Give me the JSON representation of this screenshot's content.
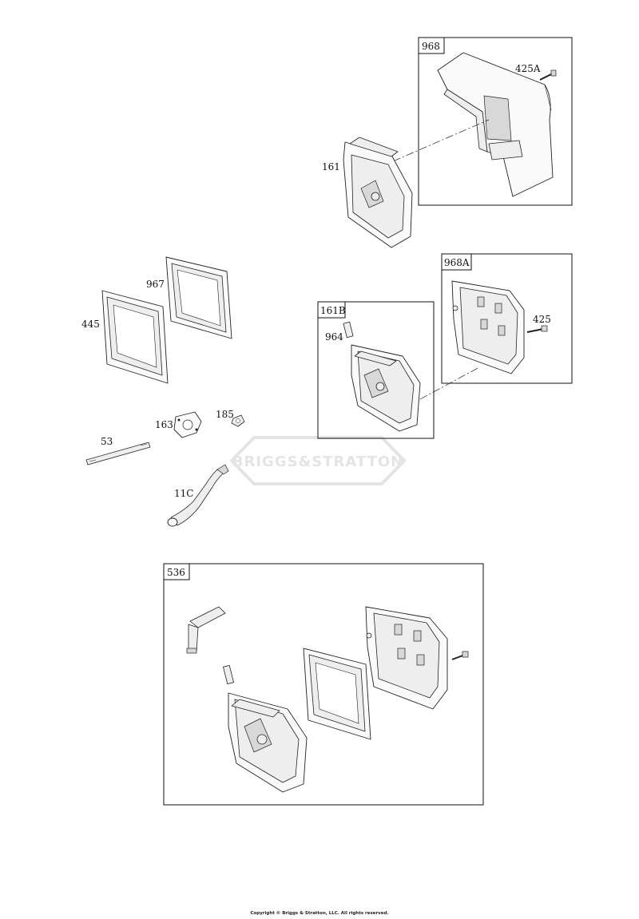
{
  "callouts": {
    "box_968": "968",
    "part_425A": "425A",
    "part_161": "161",
    "box_968A": "968A",
    "part_967": "967",
    "part_445": "445",
    "box_161B": "161B",
    "part_425": "425",
    "part_964": "964",
    "part_163": "163",
    "part_185": "185",
    "part_53": "53",
    "part_11C": "11C",
    "box_536": "536"
  },
  "watermark": {
    "text": "BRIGGS&STRATTON"
  },
  "footer": {
    "copyright": "Copyright © Briggs & Stratton, LLC. All rights reserved."
  },
  "colors": {
    "line": "#222222",
    "watermark": "#e4e4e4",
    "background": "#ffffff"
  }
}
